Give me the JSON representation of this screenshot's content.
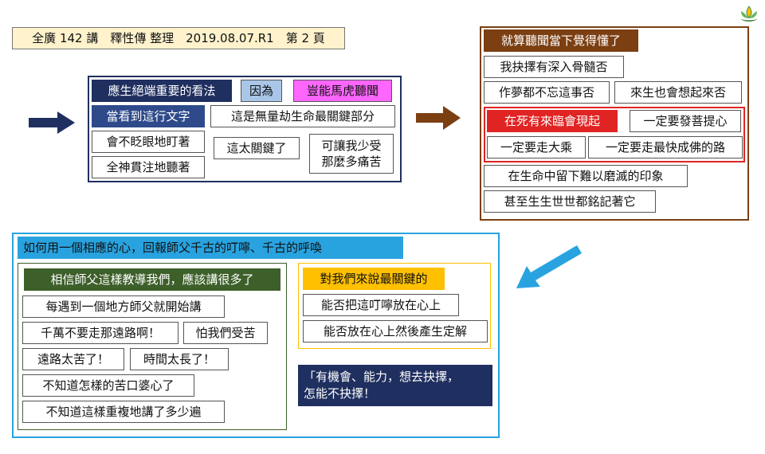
{
  "header": {
    "title": "全廣 142 講　釋性傳 整理　2019.08.07.R1　第 2 頁"
  },
  "logo": {
    "icon": "lotus-logo-icon"
  },
  "colors": {
    "navy": "#1f2f5f",
    "brown": "#7b3f12",
    "cyan": "#29a3e0",
    "red": "#e02424",
    "magenta": "#ff66ff",
    "lightblue": "#a9c6e8",
    "gold": "#ffc000",
    "darkgreen": "#3d5f2a"
  },
  "block1": {
    "title": "應生絕端重要的看法",
    "tag_because": "因為",
    "tag_how": "豈能馬虎聽聞",
    "highlight": "當看到這行文字",
    "key_part": "這是無量劫生命最關鍵部分",
    "eyes": "會不眨眼地盯著",
    "focus": "全神貫注地聽著",
    "too_key": "這太關鍵了",
    "less_pain": "可讓我少受\n那麼多痛苦"
  },
  "block2": {
    "title": "就算聽聞當下覺得懂了",
    "q1": "我抉擇有深入骨髓否",
    "q2": "作夢都不忘這事否",
    "q3": "來生也會想起來否",
    "death": "在死有來臨會現起",
    "bodhi": "一定要發菩提心",
    "mahayana": "一定要走大乘",
    "fastest": "一定要走最快成佛的路",
    "imprint": "在生命中留下難以磨滅的印象",
    "forever": "甚至生生世世都銘記著它"
  },
  "block3": {
    "title": "如何用一個相應的心，回報師父千古的叮嚀、千古的呼喚",
    "green_title": "相信師父這樣教導我們，應該講很多了",
    "g1": "每遇到一個地方師父就開始講",
    "g2": "千萬不要走那遠路啊！",
    "g3": "怕我們受苦",
    "g4": "遠路太苦了！",
    "g5": "時間太長了！",
    "g6": "不知道怎樣的苦口婆心了",
    "g7": "不知道這樣重複地講了多少遍",
    "gold_title": "對我們來說最關鍵的",
    "y1": "能否把這叮嚀放在心上",
    "y2": "能否放在心上然後產生定解",
    "quote": "「有機會、能力，想去抉擇，\n怎能不抉擇！"
  }
}
